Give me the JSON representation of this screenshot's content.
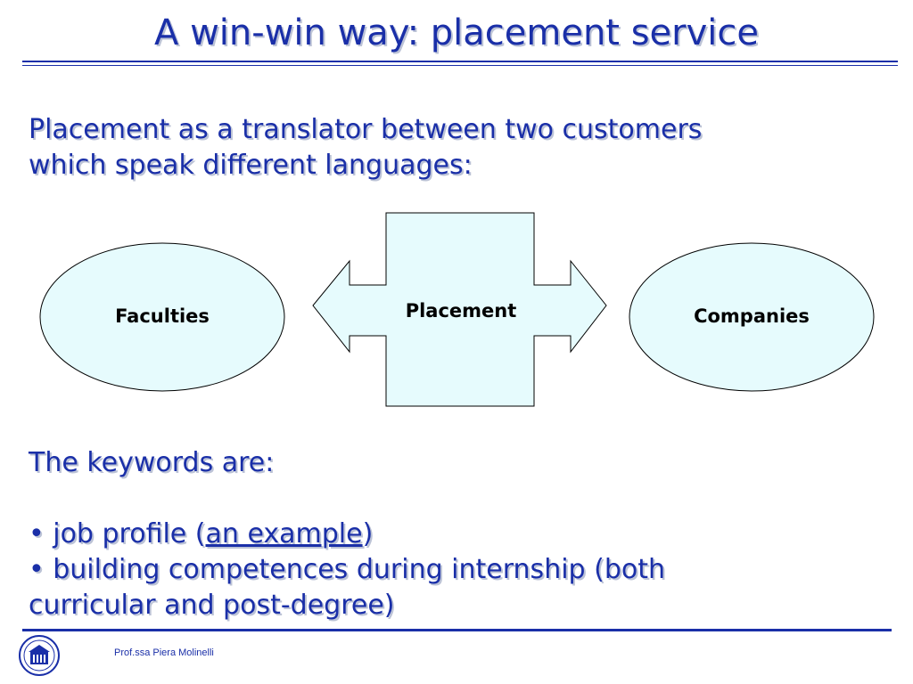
{
  "title": "A win-win way: placement service",
  "intro": {
    "line1": "Placement as a translator between two customers",
    "line2": "which speak different languages:"
  },
  "diagram": {
    "left_node": "Faculties",
    "center_node": "Placement",
    "right_node": "Companies",
    "fill_color": "#e6fbfd",
    "stroke_color": "#000000"
  },
  "keywords": {
    "heading": "The keywords are:",
    "bullet1_prefix": "• job profile (",
    "bullet1_link": "an example",
    "bullet1_suffix": ")",
    "bullet2_line1": "• building competences during internship (both",
    "bullet2_line2": "curricular and post-degree)"
  },
  "footer": {
    "author": "Prof.ssa Piera Molinelli",
    "logo_icon": "university-seal-icon"
  },
  "colors": {
    "accent": "#1a2fa8",
    "shadow": "#bcc3d6"
  }
}
